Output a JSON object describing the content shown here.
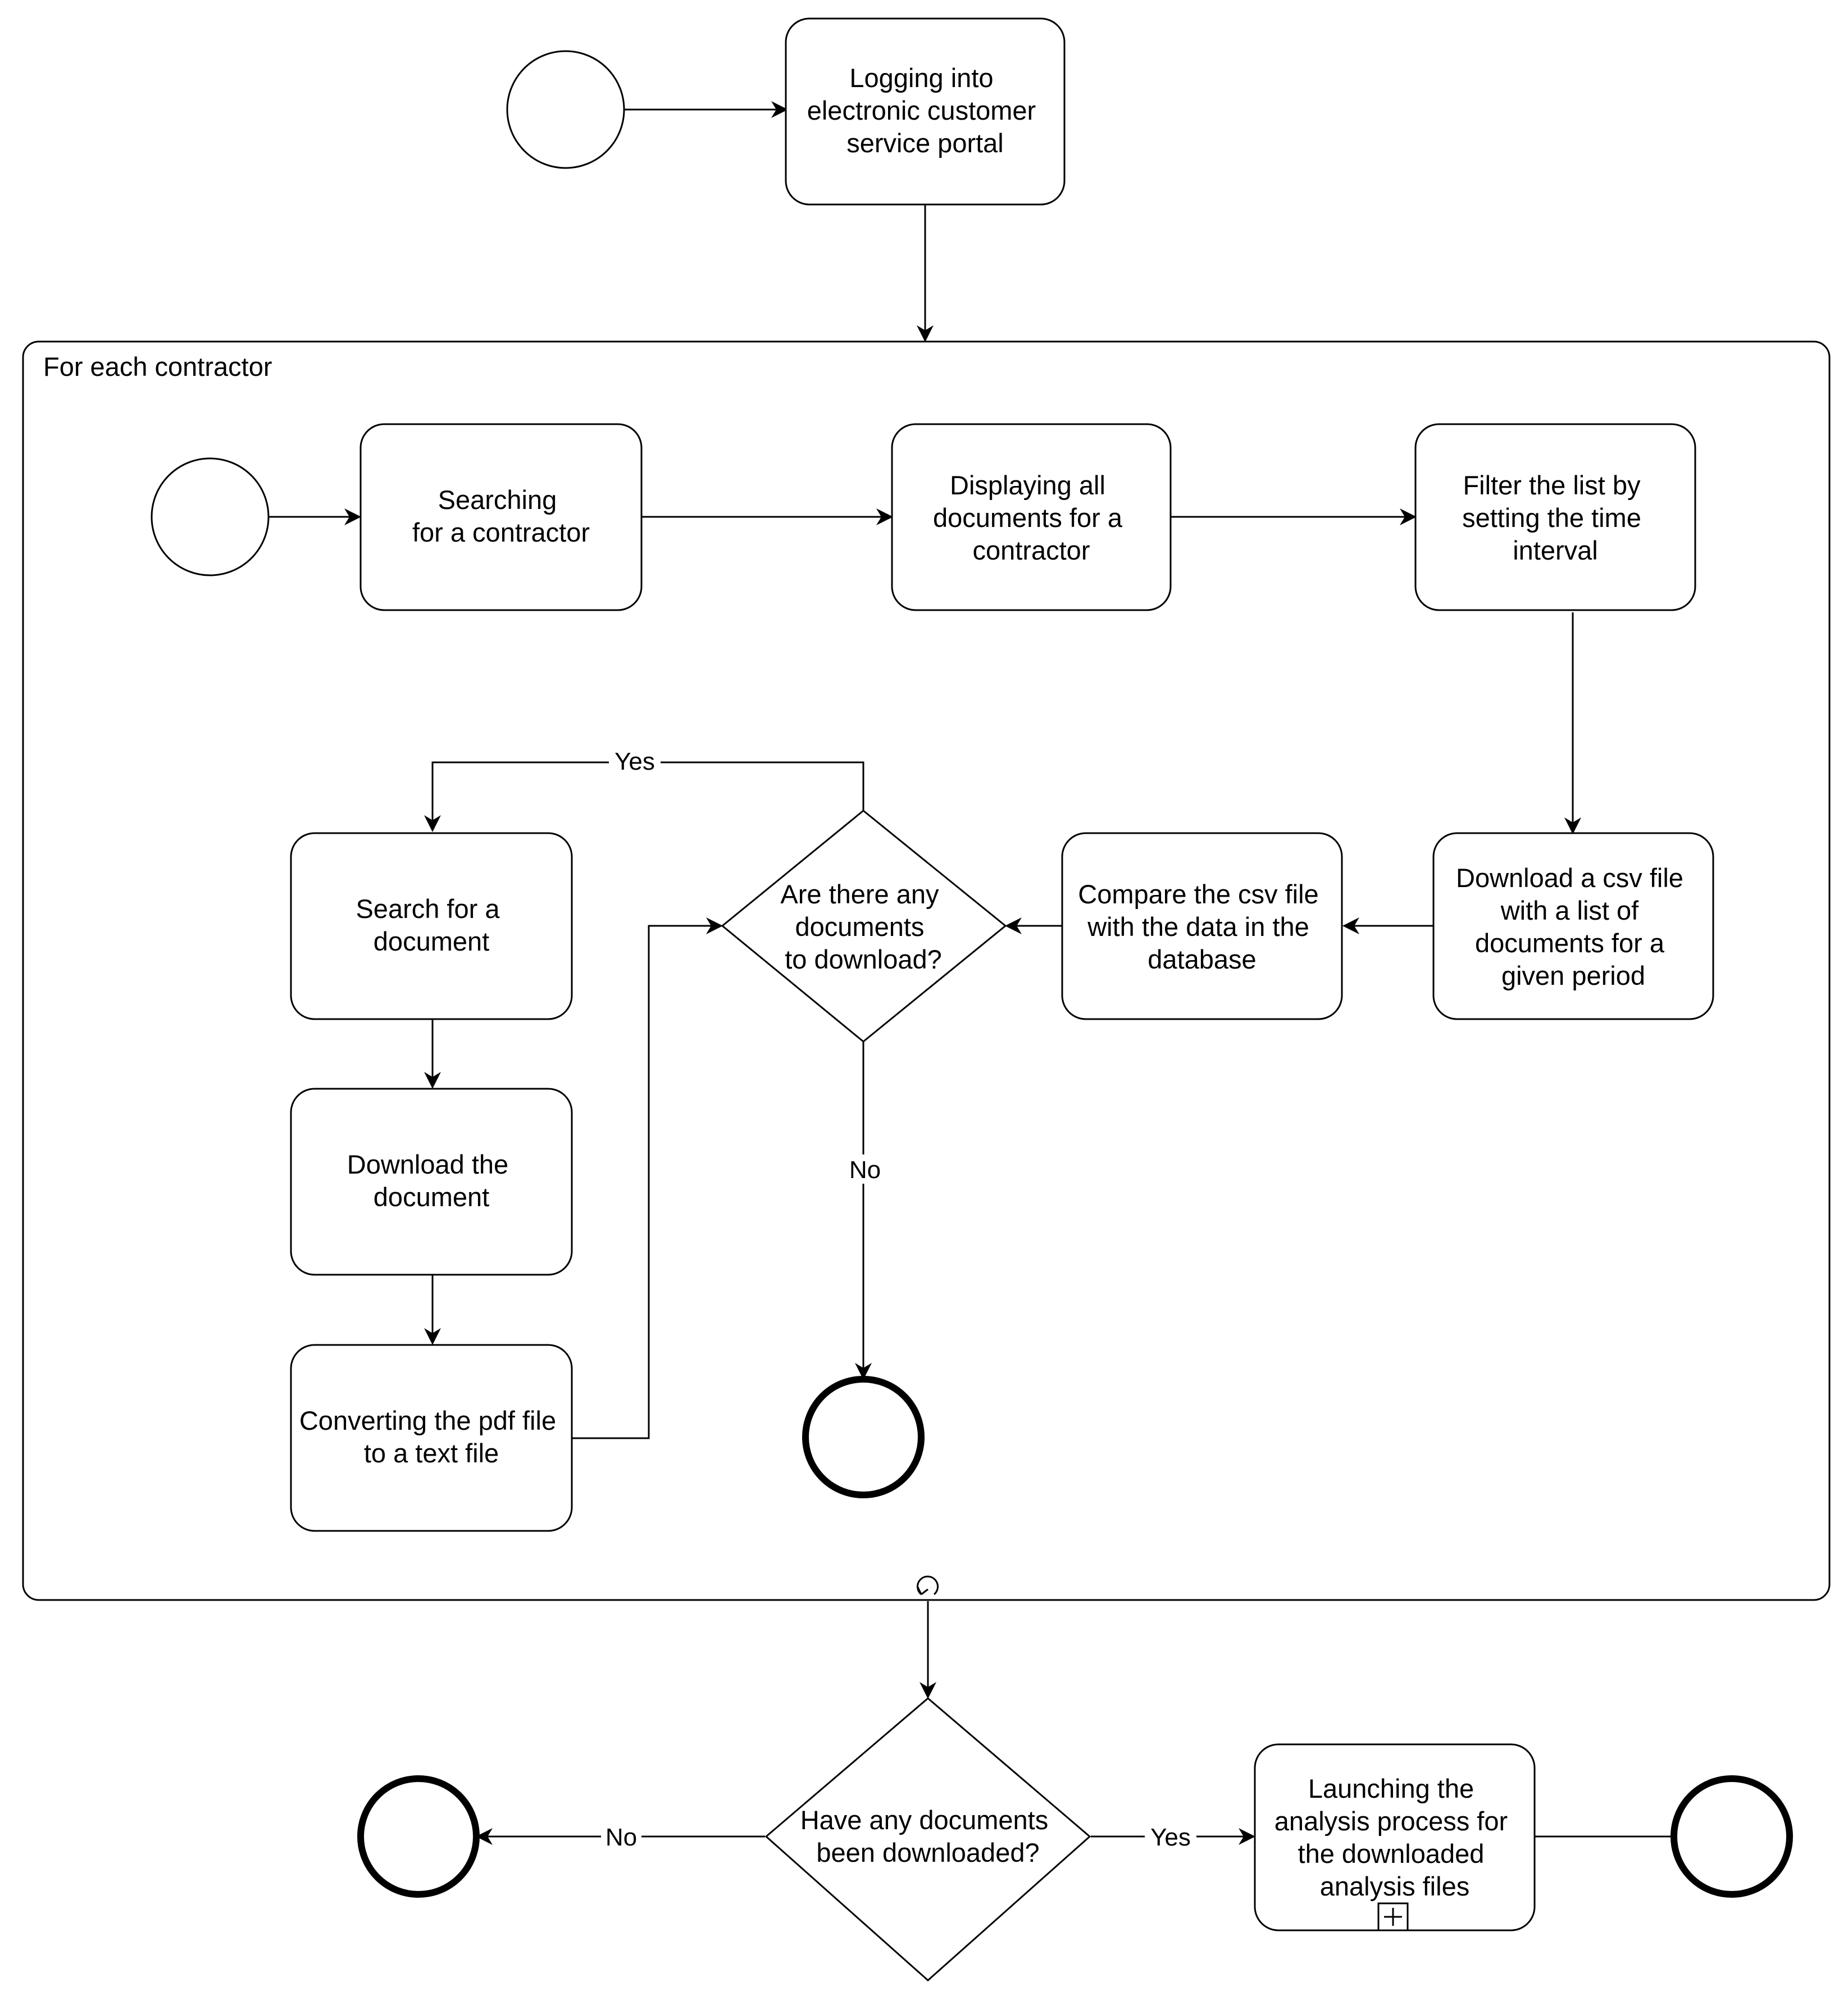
{
  "container": {
    "label": "For each contractor"
  },
  "tasks": {
    "login": [
      "Logging into",
      "electronic customer",
      "service portal"
    ],
    "search_contractor": [
      "Searching",
      "for a contractor"
    ],
    "display_docs": [
      "Displaying all",
      "documents for a",
      "contractor"
    ],
    "filter_list": [
      "Filter the list by",
      "setting the time",
      "interval"
    ],
    "download_csv": [
      "Download a csv file",
      "with a list of",
      "documents for a",
      "given period"
    ],
    "compare_csv": [
      "Compare the csv file",
      "with the data in the",
      "database"
    ],
    "search_doc": [
      "Search for a",
      "document"
    ],
    "download_doc": [
      "Download the",
      "document"
    ],
    "convert_pdf": [
      "Converting the pdf file",
      "to a text file"
    ],
    "launch_analysis": [
      "Launching the",
      "analysis process for",
      "the downloaded",
      "analysis files"
    ]
  },
  "gateways": {
    "docs_to_download": [
      "Are there any",
      "documents",
      "to download?"
    ],
    "docs_downloaded": [
      "Have any documents",
      "been downloaded?"
    ]
  },
  "edge_labels": {
    "inner_yes": "Yes",
    "inner_no": "No",
    "outer_no": "No",
    "outer_yes": "Yes"
  },
  "markers": {
    "loop": "loop-icon",
    "subprocess": "plus-icon"
  }
}
